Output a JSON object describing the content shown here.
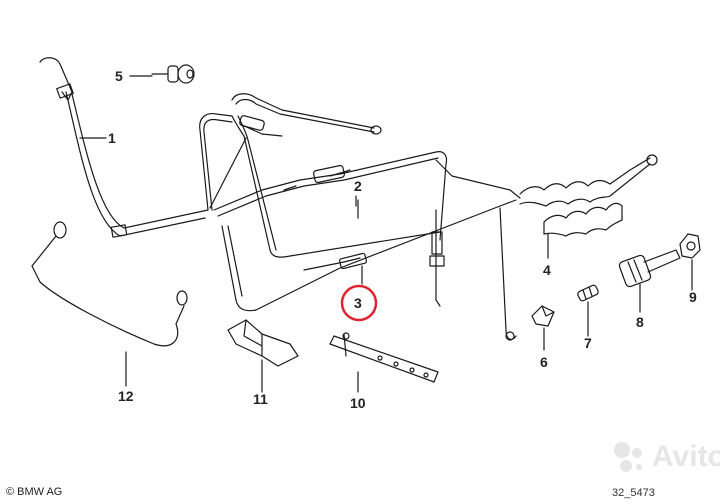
{
  "diagram": {
    "callouts": [
      {
        "id": "c1",
        "label": "1"
      },
      {
        "id": "c2",
        "label": "2"
      },
      {
        "id": "c3",
        "label": "3"
      },
      {
        "id": "c4",
        "label": "4"
      },
      {
        "id": "c5",
        "label": "5"
      },
      {
        "id": "c6",
        "label": "6"
      },
      {
        "id": "c7",
        "label": "7"
      },
      {
        "id": "c8",
        "label": "8"
      },
      {
        "id": "c9",
        "label": "9"
      },
      {
        "id": "c10",
        "label": "10"
      },
      {
        "id": "c11",
        "label": "11"
      },
      {
        "id": "c12",
        "label": "12"
      }
    ],
    "highlight_color": "#e0242f",
    "line_color": "#1a1a1a"
  },
  "footer": {
    "copyright": "BMW AG",
    "copyright_symbol": "©",
    "drawing_number": "32_5473"
  },
  "watermark": {
    "text": "Avito"
  }
}
